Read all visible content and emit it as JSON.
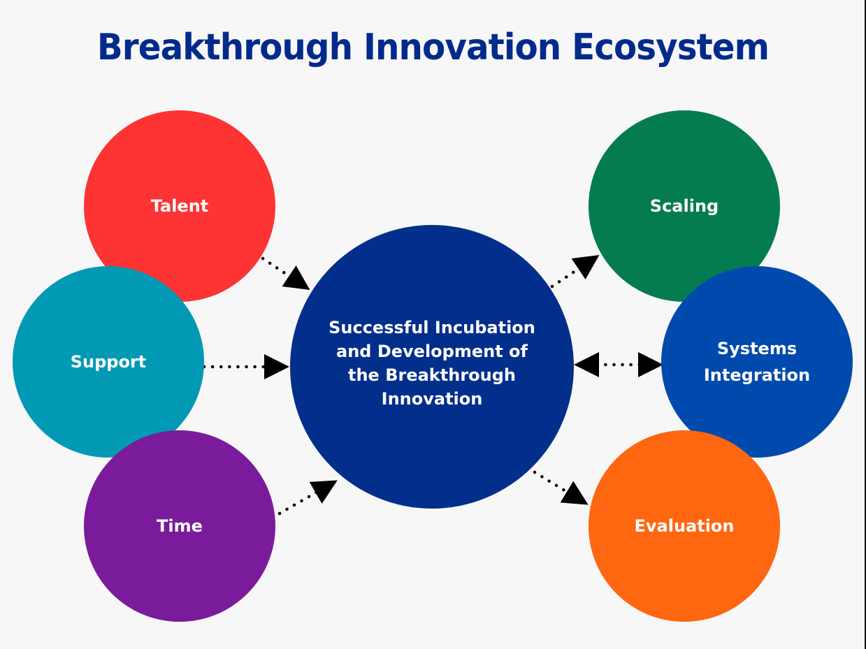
{
  "title": "Breakthrough Innovation Ecosystem",
  "center": {
    "label": "Successful Incubation and Development of the Breakthrough Innovation",
    "color": "#022e8c"
  },
  "inputs": [
    {
      "label": "Talent",
      "color": "#fd3334"
    },
    {
      "label": "Support",
      "color": "#0199b4"
    },
    {
      "label": "Time",
      "color": "#7a1b9c"
    }
  ],
  "outputs": [
    {
      "label": "Scaling",
      "color": "#047c4f"
    },
    {
      "label": "Systems Integration",
      "color": "#004aad"
    },
    {
      "label": "Evaluation",
      "color": "#ff6610"
    }
  ],
  "connectors": [
    {
      "from": "Talent",
      "to": "center",
      "direction": "one-way"
    },
    {
      "from": "Support",
      "to": "center",
      "direction": "one-way"
    },
    {
      "from": "Time",
      "to": "center",
      "direction": "one-way"
    },
    {
      "from": "center",
      "to": "Scaling",
      "direction": "one-way"
    },
    {
      "from": "center",
      "to": "Systems Integration",
      "direction": "two-way"
    },
    {
      "from": "center",
      "to": "Evaluation",
      "direction": "one-way"
    }
  ]
}
